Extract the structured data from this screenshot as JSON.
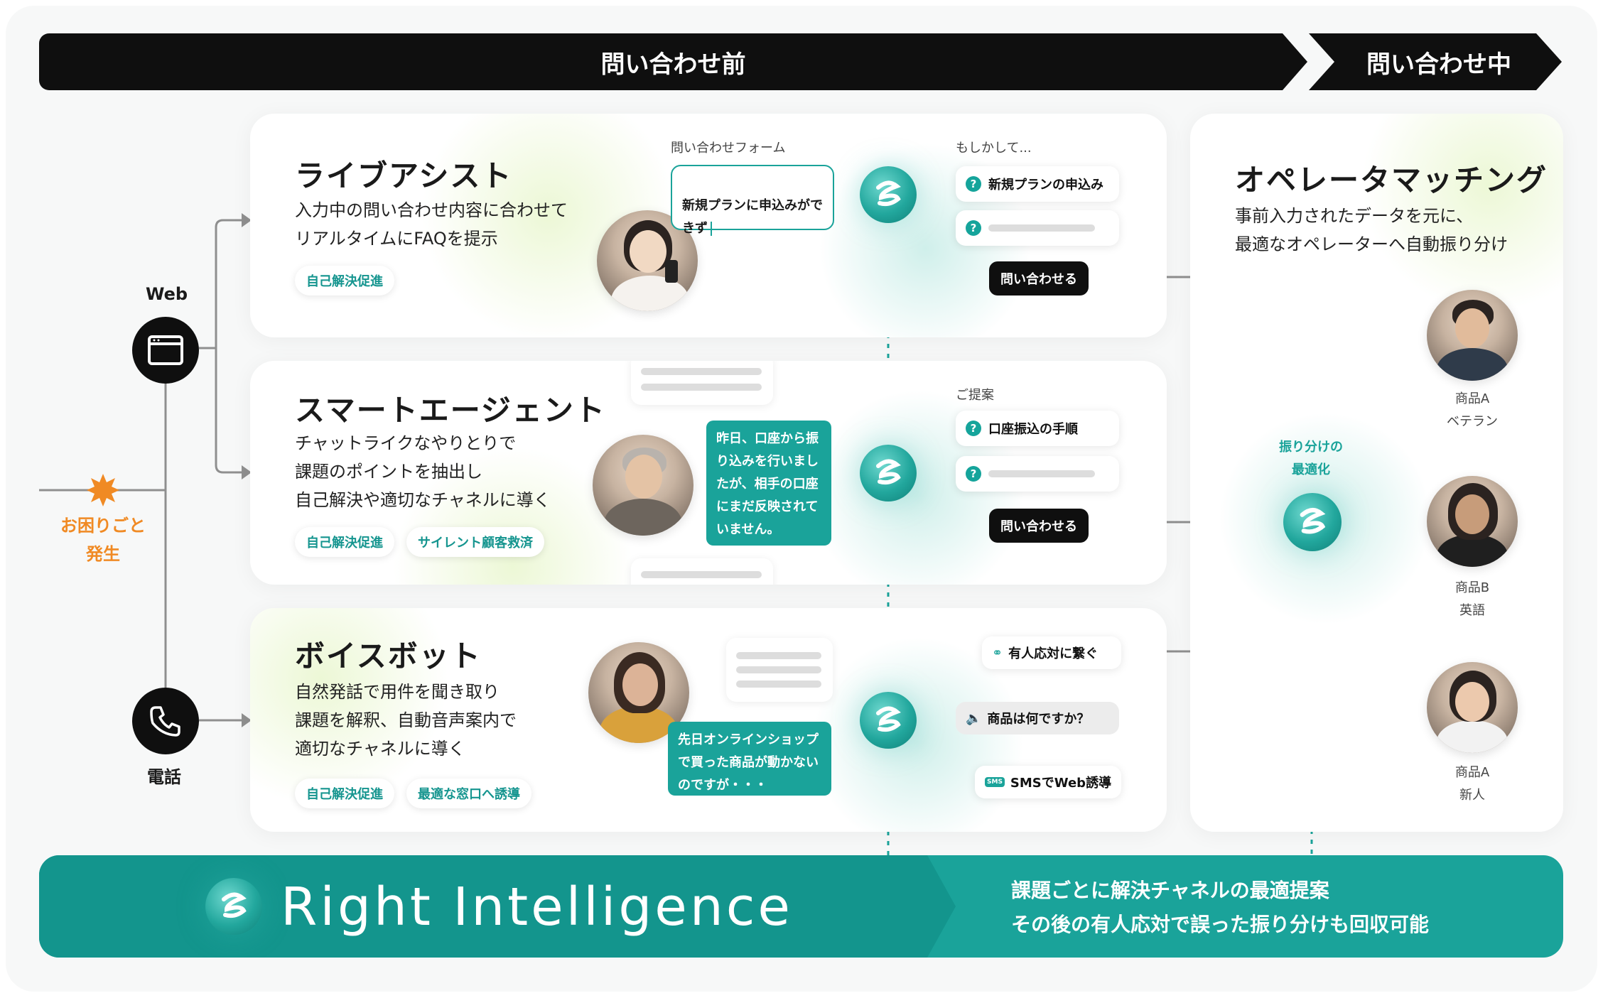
{
  "phases": {
    "before": "問い合わせ前",
    "during": "問い合わせ中"
  },
  "entry": {
    "web_label": "Web",
    "phone_label": "電話",
    "trouble_label": "お困りごと\n発生"
  },
  "live_assist": {
    "title": "ライブアシスト",
    "description": "入力中の問い合わせ内容に合わせて\nリアルタイムにFAQを提示",
    "tags": [
      "自己解決促進"
    ],
    "form_label": "問い合わせフォーム",
    "form_input": "新規プランに申込みがで\nきず",
    "suggest_label": "もしかして...",
    "suggestions": [
      "新規プランの申込み"
    ],
    "button": "問い合わせる"
  },
  "smart_agent": {
    "title": "スマートエージェント",
    "description": "チャットライクなやりとりで\n課題のポイントを抽出し\n自己解決や適切なチャネルに導く",
    "tags": [
      "自己解決促進",
      "サイレント顧客救済"
    ],
    "chat_message": "昨日、口座から振\nり込みを行いまし\nたが、相手の口座\nにまだ反映されて\nいません。",
    "suggest_label": "ご提案",
    "suggestions": [
      "口座振込の手順"
    ],
    "button": "問い合わせる"
  },
  "voice_bot": {
    "title": "ボイスボット",
    "description": "自然発話で用件を聞き取り\n課題を解釈、自動音声案内で\n適切なチャネルに導く",
    "tags": [
      "自己解決促進",
      "最適な窓口へ誘導"
    ],
    "voice_message": "先日オンラインショップ\nで買った商品が動かない\nのですが・・・",
    "options": {
      "human": "有人応対に繋ぐ",
      "question": "商品は何ですか？",
      "sms": "SMSでWeb誘導"
    },
    "sms_icon_text": "SMS"
  },
  "operator_matching": {
    "title": "オペレータマッチング",
    "description": "事前入力されたデータを元に、\n最適なオペレーターへ自動振り分け",
    "routing_label": "振り分けの\n最適化",
    "operators": [
      {
        "name": "商品A\nベテラン"
      },
      {
        "name": "商品B\n英語"
      },
      {
        "name": "商品A\n新人"
      }
    ]
  },
  "footer": {
    "brand": "Right Intelligence",
    "tagline": "課題ごとに解決チャネルの最適提案\nその後の有人応対で誤った振り分けも回収可能"
  },
  "colors": {
    "teal": "#1aa39a",
    "dark": "#0f0f0f",
    "orange": "#f08a24"
  }
}
